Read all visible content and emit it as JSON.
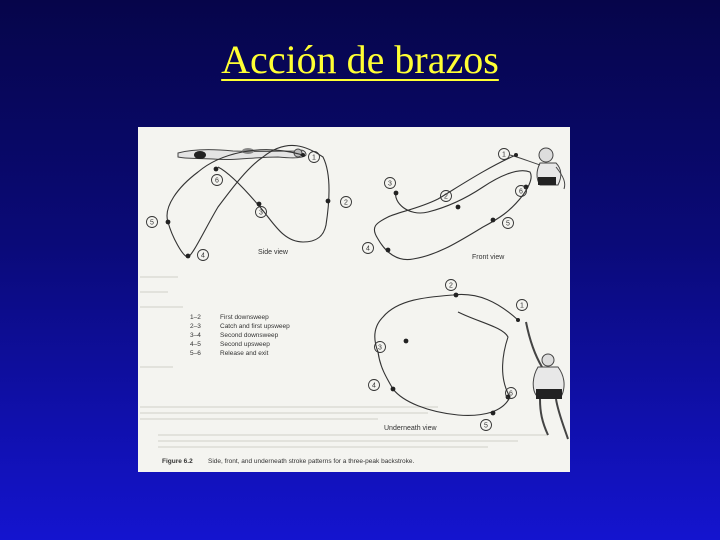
{
  "slide": {
    "title": "Acción de brazos",
    "title_color": "#ffff33"
  },
  "figure": {
    "views": {
      "side": "Side view",
      "front": "Front view",
      "underneath": "Underneath view"
    },
    "point_labels": [
      "1",
      "2",
      "3",
      "4",
      "5",
      "6"
    ],
    "legend": [
      {
        "range": "1–2",
        "phase": "First downsweep"
      },
      {
        "range": "2–3",
        "phase": "Catch and first upsweep"
      },
      {
        "range": "3–4",
        "phase": "Second downsweep"
      },
      {
        "range": "4–5",
        "phase": "Second upsweep"
      },
      {
        "range": "5–6",
        "phase": "Release and exit"
      }
    ],
    "caption_label": "Figure 6.2",
    "caption_text": "Side, front, and underneath stroke patterns for a three-peak backstroke."
  }
}
